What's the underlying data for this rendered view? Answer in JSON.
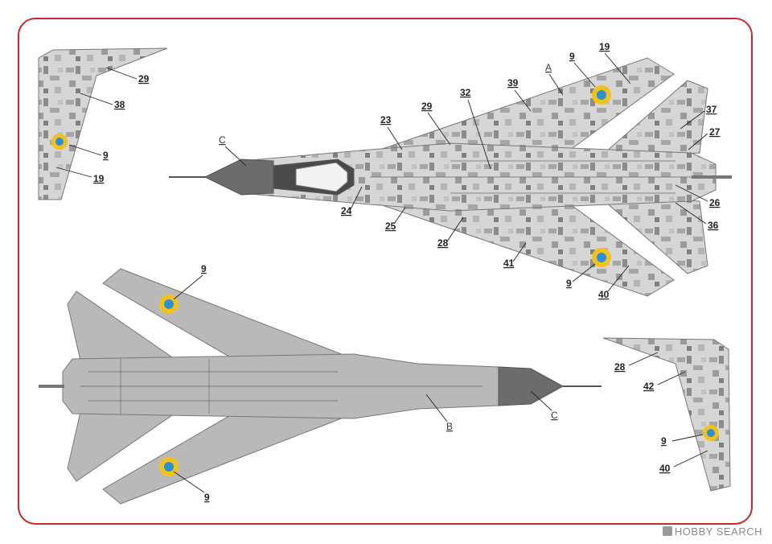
{
  "colors": {
    "frame": "#c8282a",
    "camo_light": "#d9d9d9",
    "camo_mid": "#a9a9a9",
    "camo_dark": "#7f7f7f",
    "underside": "#b9b9b9",
    "nose_cone": "#6c6c6c",
    "roundel_blue": "#2a8fd6",
    "roundel_yellow": "#f2c21b"
  },
  "top_view": {
    "labels": {
      "nose": "C",
      "wing": "A",
      "n9a": "9",
      "n19a": "19",
      "n39": "39",
      "n32": "32",
      "n29a": "29",
      "n23": "23",
      "n37": "37",
      "n27": "27",
      "n26": "26",
      "n36": "36",
      "n24": "24",
      "n25": "25",
      "n28a": "28",
      "n41": "41",
      "n9b": "9",
      "n40a": "40"
    }
  },
  "bottom_view": {
    "labels": {
      "n9c": "9",
      "n9d": "9",
      "fuselage": "B",
      "nose": "C"
    }
  },
  "wing_upper_detail": {
    "labels": {
      "n29": "29",
      "n38": "38",
      "n9": "9",
      "n19": "19"
    }
  },
  "wing_lower_detail": {
    "labels": {
      "n28": "28",
      "n42": "42",
      "n9": "9",
      "n40": "40"
    }
  },
  "watermark": {
    "text": "HOBBY SEARCH"
  }
}
